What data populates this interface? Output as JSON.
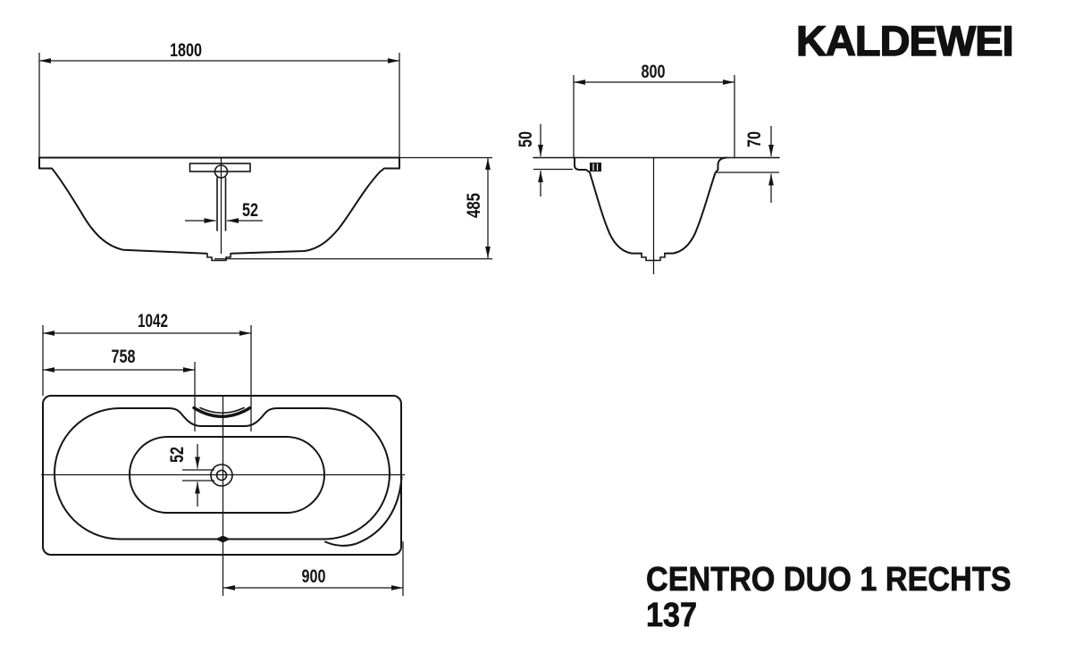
{
  "brand_logo": "KALDEWEI",
  "product": {
    "name": "CENTRO DUO 1 RECHTS",
    "model_number": "137"
  },
  "colors": {
    "ink": "#141414",
    "background": "#ffffff"
  },
  "views": {
    "side_elevation": {
      "dim_length": "1800",
      "dim_waste_offset": "52",
      "dim_height": "485"
    },
    "end_section": {
      "dim_width": "800",
      "dim_rim_left": "50",
      "dim_rim_right": "70"
    },
    "plan": {
      "dim_overflow_far_edge": "1042",
      "dim_overflow_near_edge": "758",
      "dim_waste_offset": "52",
      "dim_centre_to_end": "900"
    }
  }
}
